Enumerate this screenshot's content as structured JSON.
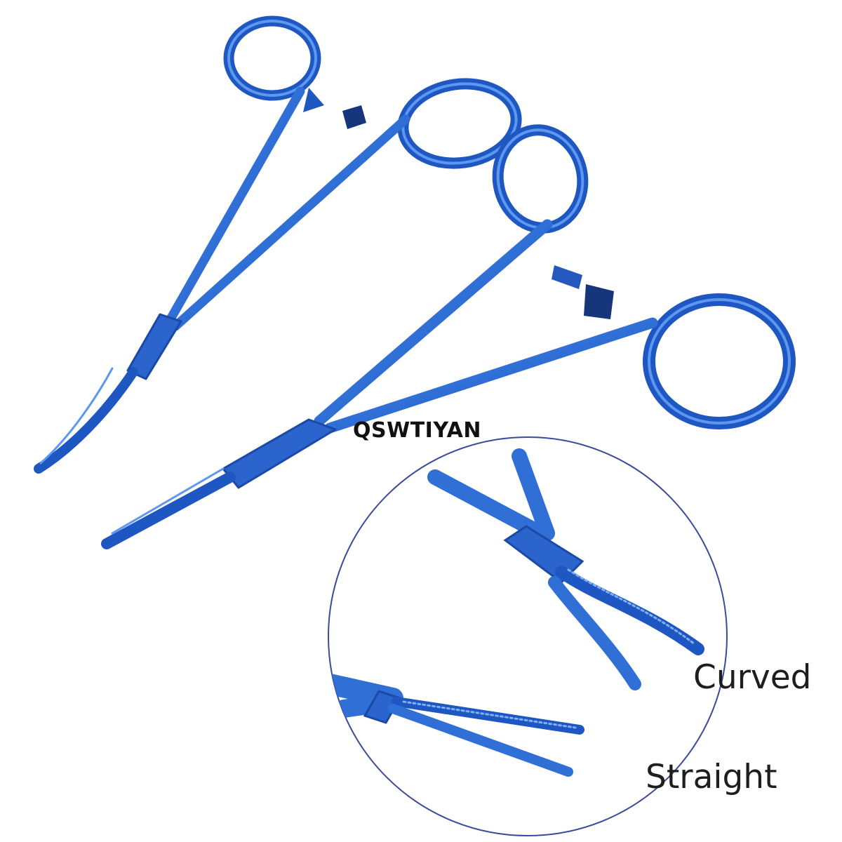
{
  "product": {
    "brand": "QSWTIYAN",
    "instrument_color": "#2d6ed8",
    "inset_border_color": "#3b4a9a"
  },
  "inset": {
    "labels": {
      "curved": "Curved",
      "straight": "Straight"
    }
  },
  "icons": [
    "curved-hemostat-forceps",
    "straight-hemostat-forceps"
  ]
}
